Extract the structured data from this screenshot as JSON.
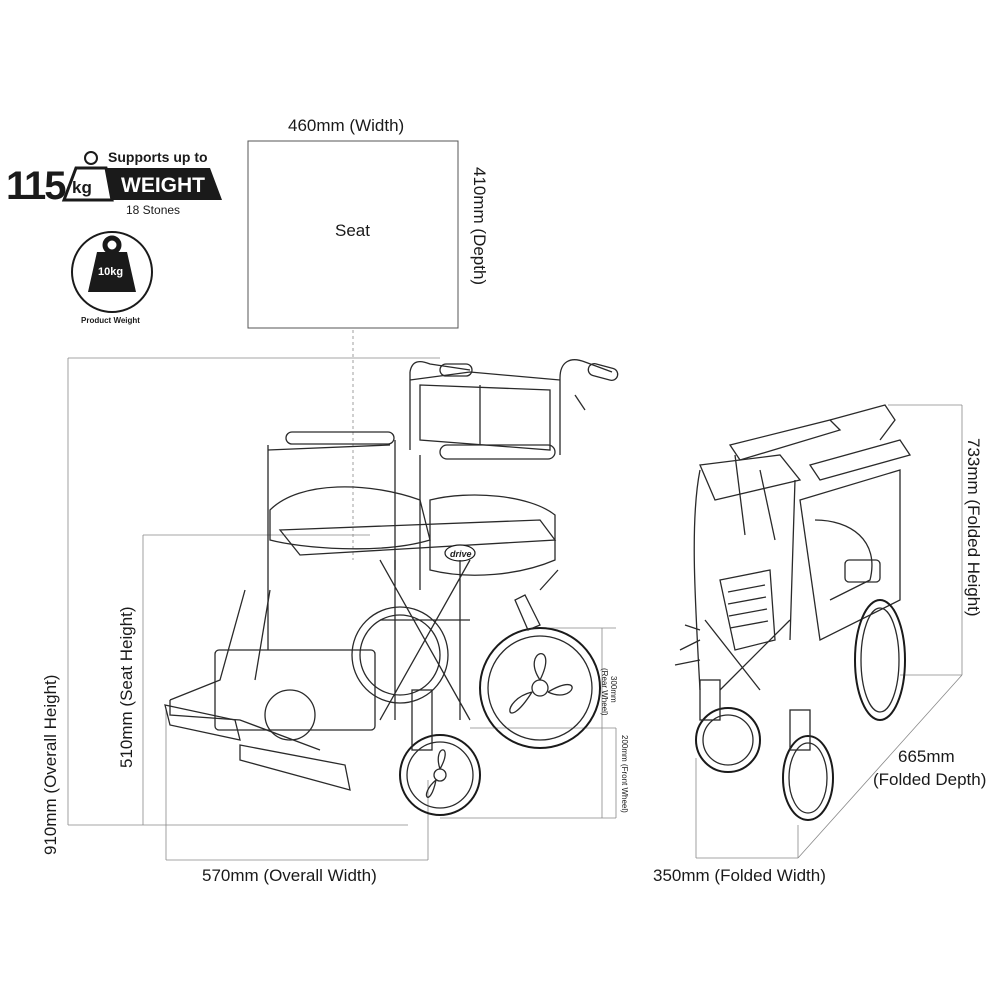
{
  "badge": {
    "capacity_number": "115",
    "capacity_unit": "kg",
    "supports_text": "Supports up to",
    "weight_word": "WEIGHT",
    "stones_text": "18 Stones",
    "product_weight_value": "10kg",
    "product_weight_label": "Product Weight",
    "badge_color": "#1a1a1a"
  },
  "seat": {
    "label": "Seat",
    "width_label": "460mm (Width)",
    "depth_label": "410mm (Depth)"
  },
  "dimensions": {
    "overall_height": "910mm (Overall Height)",
    "seat_height": "510mm (Seat Height)",
    "overall_width": "570mm (Overall Width)",
    "rear_wheel": "300mm",
    "rear_wheel_note": "(Rear Wheel)",
    "front_wheel": "200mm (Front Wheel)",
    "folded_height": "733mm (Folded Height)",
    "folded_depth_value": "665mm",
    "folded_depth_label": "(Folded Depth)",
    "folded_width": "350mm (Folded Width)"
  },
  "brand": {
    "logo_text": "drive"
  }
}
